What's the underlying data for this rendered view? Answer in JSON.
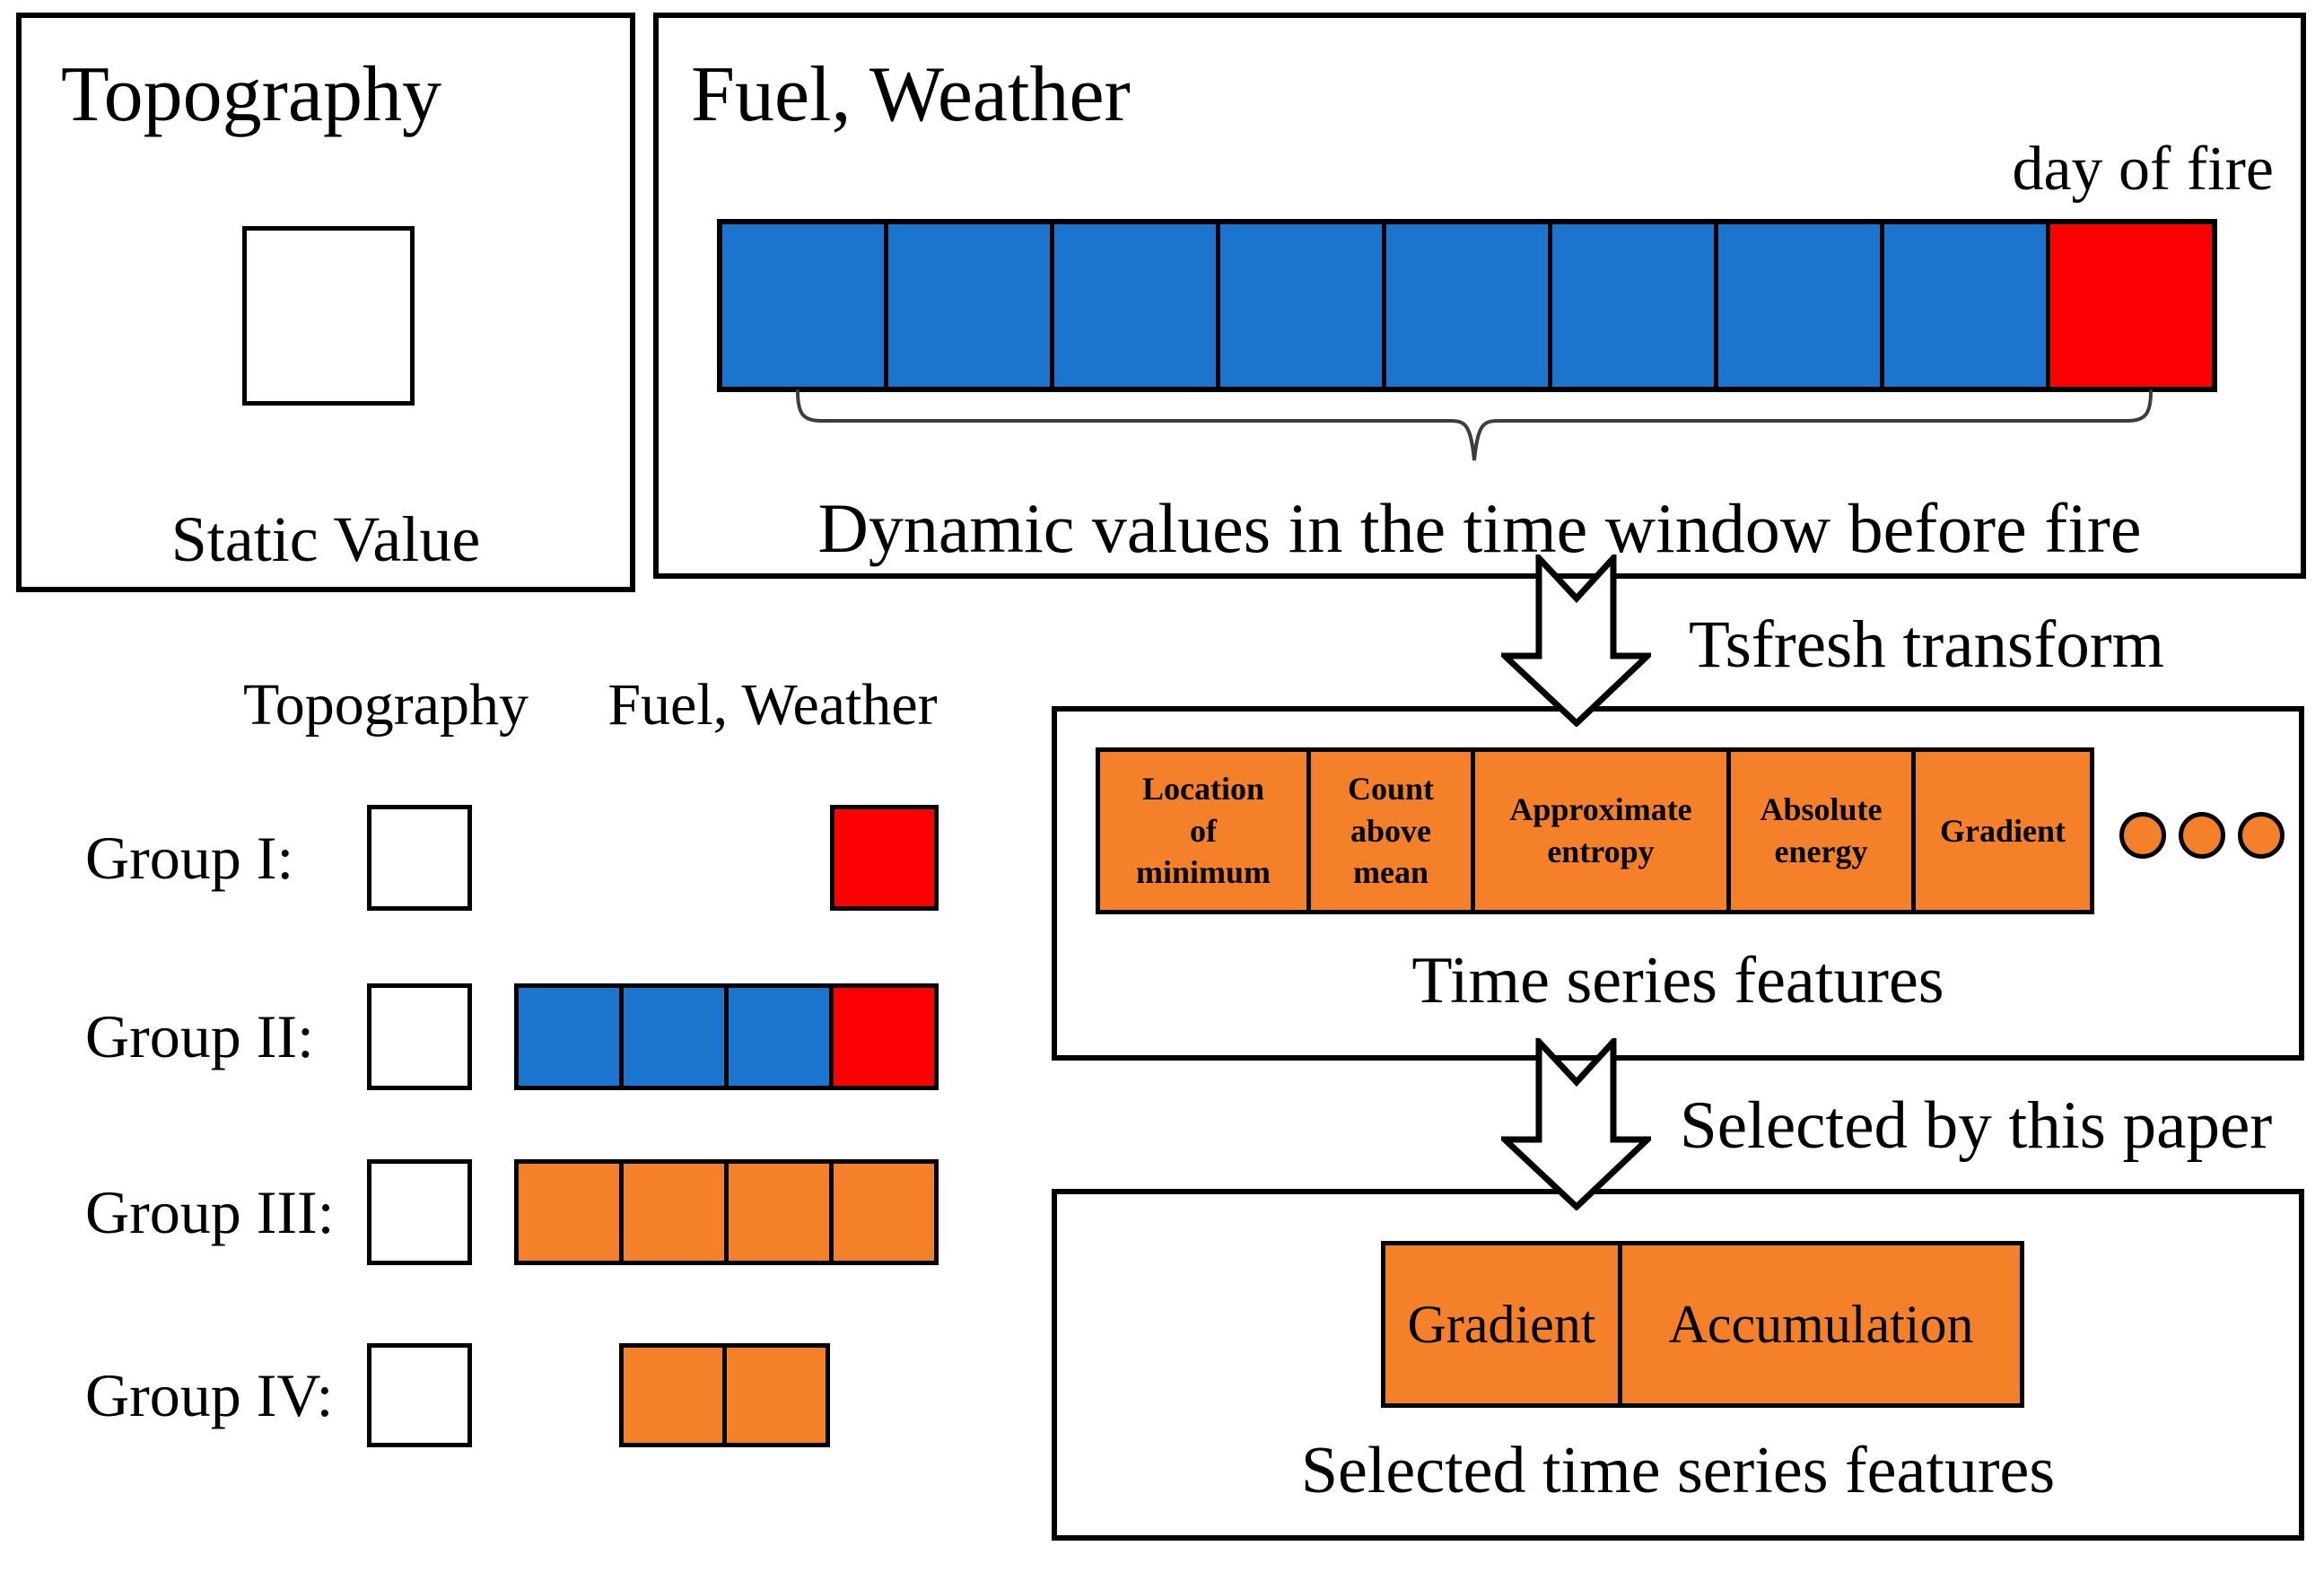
{
  "colors": {
    "blue": "#1B75CE",
    "red": "#FB0104",
    "orange": "#F5802A",
    "white": "#FFFFFF"
  },
  "top_left_panel": {
    "title": "Topography",
    "caption": "Static Value"
  },
  "top_right_panel": {
    "title": "Fuel, Weather",
    "day_of_fire_label": "day of fire",
    "bar_cells": [
      "blue",
      "blue",
      "blue",
      "blue",
      "blue",
      "blue",
      "blue",
      "blue",
      "red"
    ],
    "caption": "Dynamic values in the time window before fire"
  },
  "tsfresh_arrow_label": "Tsfresh transform",
  "time_series_panel": {
    "features": [
      "Location\nof\nminimum",
      "Count\nabove\nmean",
      "Approximate\nentropy",
      "Absolute\nenergy",
      "Gradient"
    ],
    "ellipsis_dot_count": 3,
    "caption": "Time series features"
  },
  "selected_arrow_label": "Selected by this paper",
  "selected_panel": {
    "features": [
      "Gradient",
      "Accumulation"
    ],
    "caption": "Selected time series features"
  },
  "groups_table": {
    "column_headers": [
      "Topography",
      "Fuel, Weather"
    ],
    "rows": [
      {
        "label": "Group I:",
        "topography_cells": [
          "white"
        ],
        "fuel_weather_cells": [
          "red"
        ]
      },
      {
        "label": "Group II:",
        "topography_cells": [
          "white"
        ],
        "fuel_weather_cells": [
          "blue",
          "blue",
          "blue",
          "red"
        ]
      },
      {
        "label": "Group III:",
        "topography_cells": [
          "white"
        ],
        "fuel_weather_cells": [
          "orange",
          "orange",
          "orange",
          "orange"
        ]
      },
      {
        "label": "Group IV:",
        "topography_cells": [
          "white"
        ],
        "fuel_weather_cells": [
          "orange",
          "orange"
        ]
      }
    ]
  }
}
